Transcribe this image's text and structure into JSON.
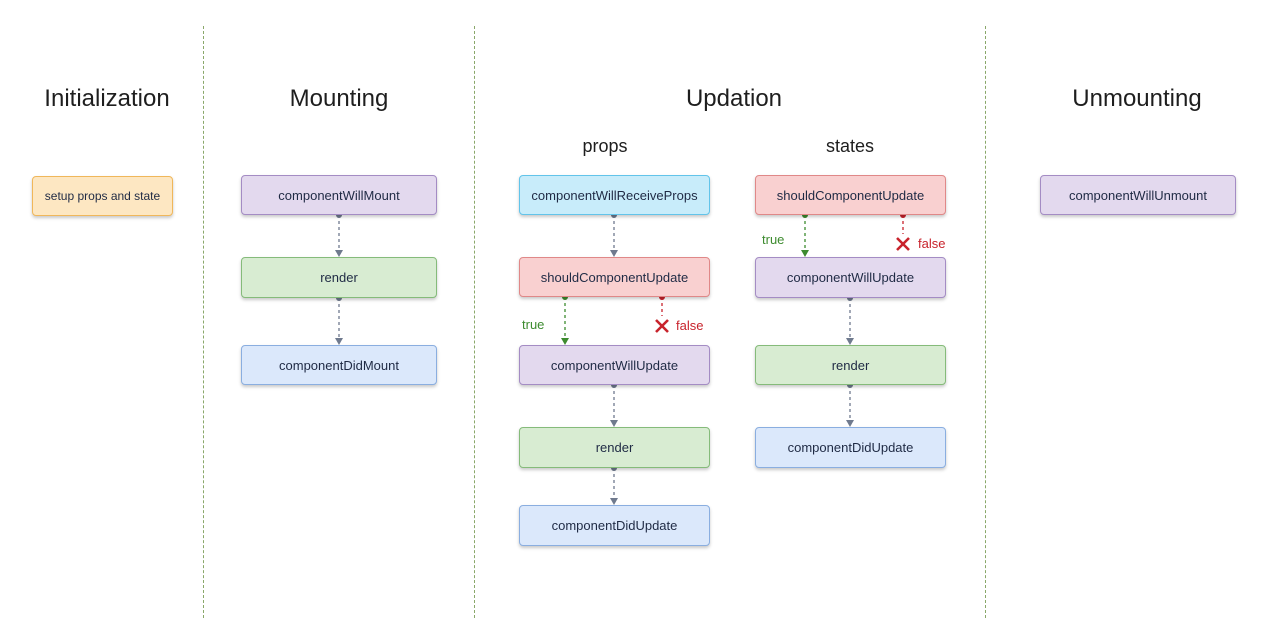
{
  "phases": {
    "initialization": "Initialization",
    "mounting": "Mounting",
    "updation": "Updation",
    "unmounting": "Unmounting"
  },
  "updation_columns": {
    "props": "props",
    "states": "states"
  },
  "nodes": {
    "setup_props_and_state": "setup props and state",
    "mount_will_mount": "componentWillMount",
    "mount_render": "render",
    "mount_did_mount": "componentDidMount",
    "props_will_receive_props": "componentWillReceiveProps",
    "props_should_update": "shouldComponentUpdate",
    "props_will_update": "componentWillUpdate",
    "props_render": "render",
    "props_did_update": "componentDidUpdate",
    "states_should_update": "shouldComponentUpdate",
    "states_will_update": "componentWillUpdate",
    "states_render": "render",
    "states_did_update": "componentDidUpdate",
    "will_unmount": "componentWillUnmount"
  },
  "branch_labels": {
    "true": "true",
    "false": "false"
  },
  "colors": {
    "setup_fill": "#fde7c2",
    "setup_border": "#f0b75a",
    "purple_fill": "#e3d9ee",
    "purple_border": "#a48cc4",
    "green_fill": "#d8ecd2",
    "green_border": "#85bb7a",
    "blue_fill": "#dbe8fb",
    "blue_border": "#8aaee0",
    "cyan_fill": "#c8ecfa",
    "cyan_border": "#62c4ea",
    "red_fill": "#f9d0d0",
    "red_border": "#e08888",
    "connector": "#6f7a8e",
    "true_color": "#3d8b2f",
    "false_color": "#c8232c",
    "divider": "#8aa86a"
  }
}
